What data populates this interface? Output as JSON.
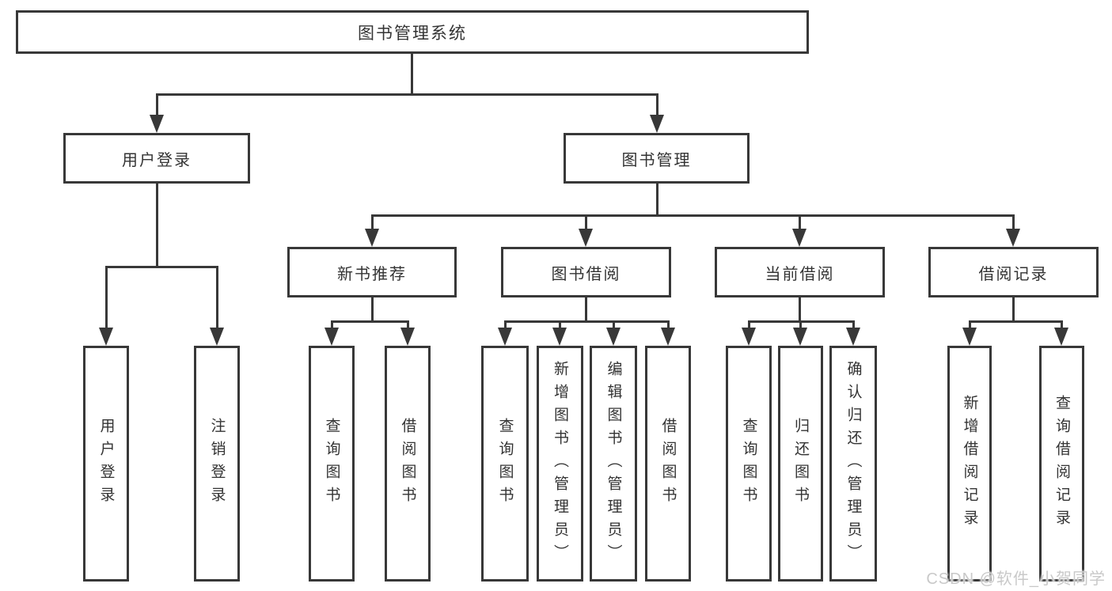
{
  "diagram": {
    "root": {
      "label": "图书管理系统"
    },
    "branches": [
      {
        "label": "用户登录",
        "children": [
          {
            "label": "用户登录"
          },
          {
            "label": "注销登录"
          }
        ]
      },
      {
        "label": "图书管理",
        "groups": [
          {
            "label": "新书推荐",
            "children": [
              {
                "label": "查询图书"
              },
              {
                "label": "借阅图书"
              }
            ]
          },
          {
            "label": "图书借阅",
            "children": [
              {
                "label": "查询图书"
              },
              {
                "label": "新增图书（管理员）"
              },
              {
                "label": "编辑图书（管理员）"
              },
              {
                "label": "借阅图书"
              }
            ]
          },
          {
            "label": "当前借阅",
            "children": [
              {
                "label": "查询图书"
              },
              {
                "label": "归还图书"
              },
              {
                "label": "确认归还（管理员）"
              }
            ]
          },
          {
            "label": "借阅记录",
            "children": [
              {
                "label": "新增借阅记录"
              },
              {
                "label": "查询借阅记录"
              }
            ]
          }
        ]
      }
    ],
    "watermark": "CSDN @软件_小贺同学",
    "colors": {
      "line": "#383838",
      "text": "#333333",
      "watermark": "#c9c9c9",
      "background": "#ffffff"
    }
  }
}
